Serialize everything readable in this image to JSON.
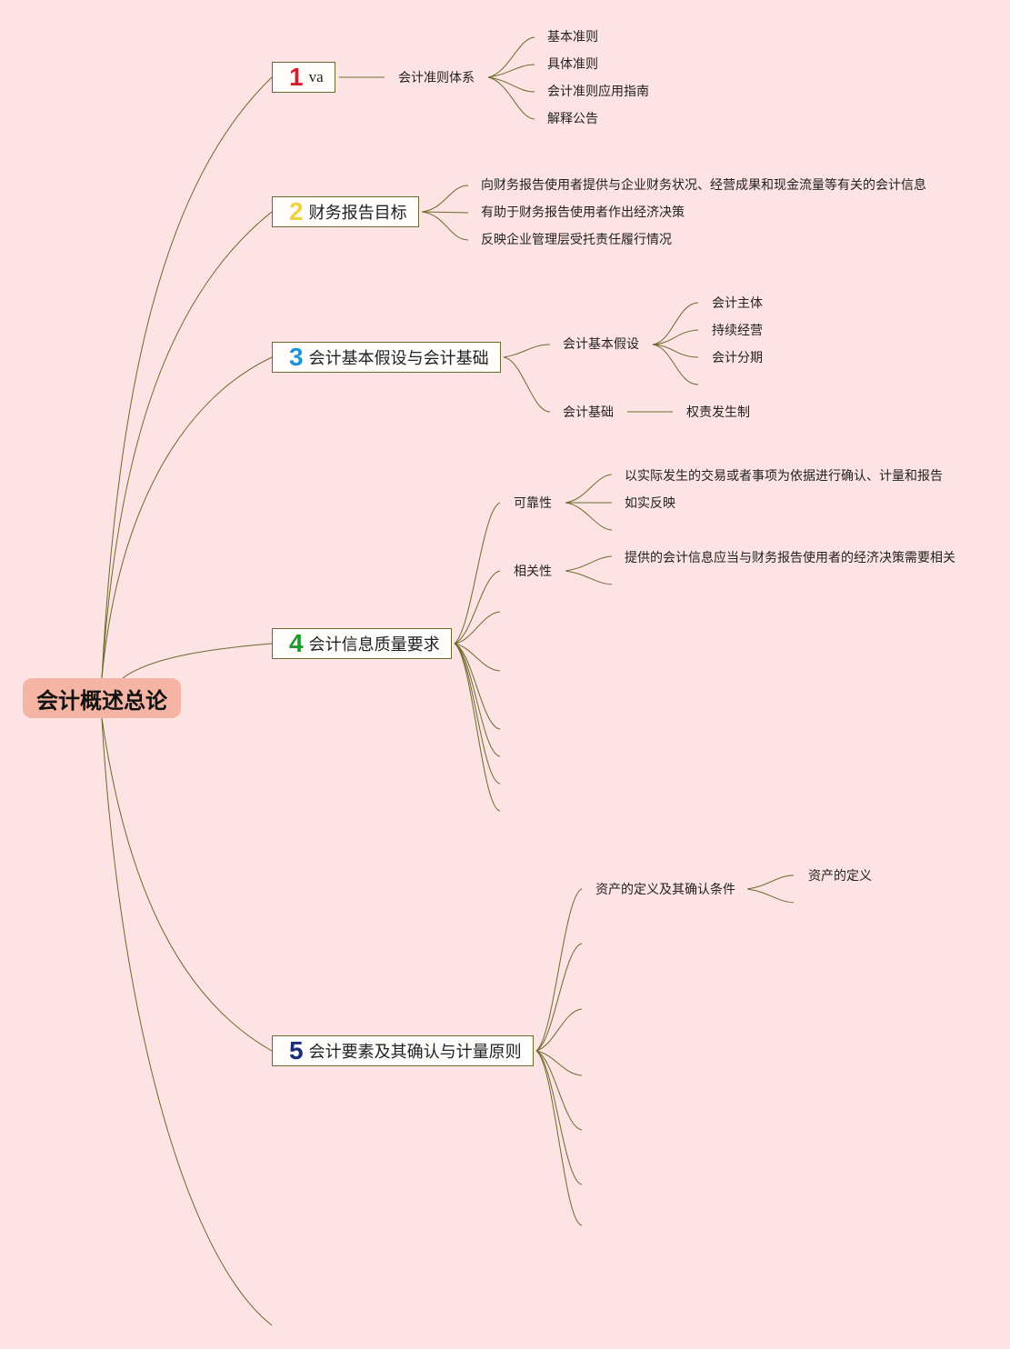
{
  "root": {
    "label": "会计概述总论"
  },
  "topics": [
    {
      "number": "1",
      "color": "#d51f2f",
      "label": "va",
      "children": [
        {
          "label": "会计准则体系",
          "children": [
            "基本准则",
            "具体准则",
            "会计准则应用指南",
            "解释公告"
          ]
        }
      ]
    },
    {
      "number": "2",
      "color": "#f0d33a",
      "label": "财务报告目标",
      "children": [
        "向财务报告使用者提供与企业财务状况、经营成果和现金流量等有关的会计信息",
        "有助于财务报告使用者作出经济决策",
        "反映企业管理层受托责任履行情况"
      ]
    },
    {
      "number": "3",
      "color": "#1d95d8",
      "label": "会计基本假设与会计基础",
      "children": [
        {
          "label": "会计基本假设",
          "children": [
            "会计主体",
            "持续经营",
            "会计分期"
          ]
        },
        {
          "label": "会计基础",
          "children": [
            "权责发生制"
          ]
        }
      ]
    },
    {
      "number": "4",
      "color": "#1e9a2c",
      "label": "会计信息质量要求",
      "children": [
        {
          "label": "可靠性",
          "children": [
            "以实际发生的交易或者事项为依据进行确认、计量和报告",
            "如实反映"
          ]
        },
        {
          "label": "相关性",
          "children": [
            "提供的会计信息应当与财务报告使用者的经济决策需要相关"
          ]
        }
      ]
    },
    {
      "number": "5",
      "color": "#1b2c7a",
      "label": "会计要素及其确认与计量原则",
      "children": [
        {
          "label": "资产的定义及其确认条件",
          "children": [
            "资产的定义"
          ]
        }
      ]
    }
  ],
  "colors": {
    "background": "#fde3e3",
    "root_fill": "#f6b4a4",
    "link": "#6b6a2c"
  }
}
